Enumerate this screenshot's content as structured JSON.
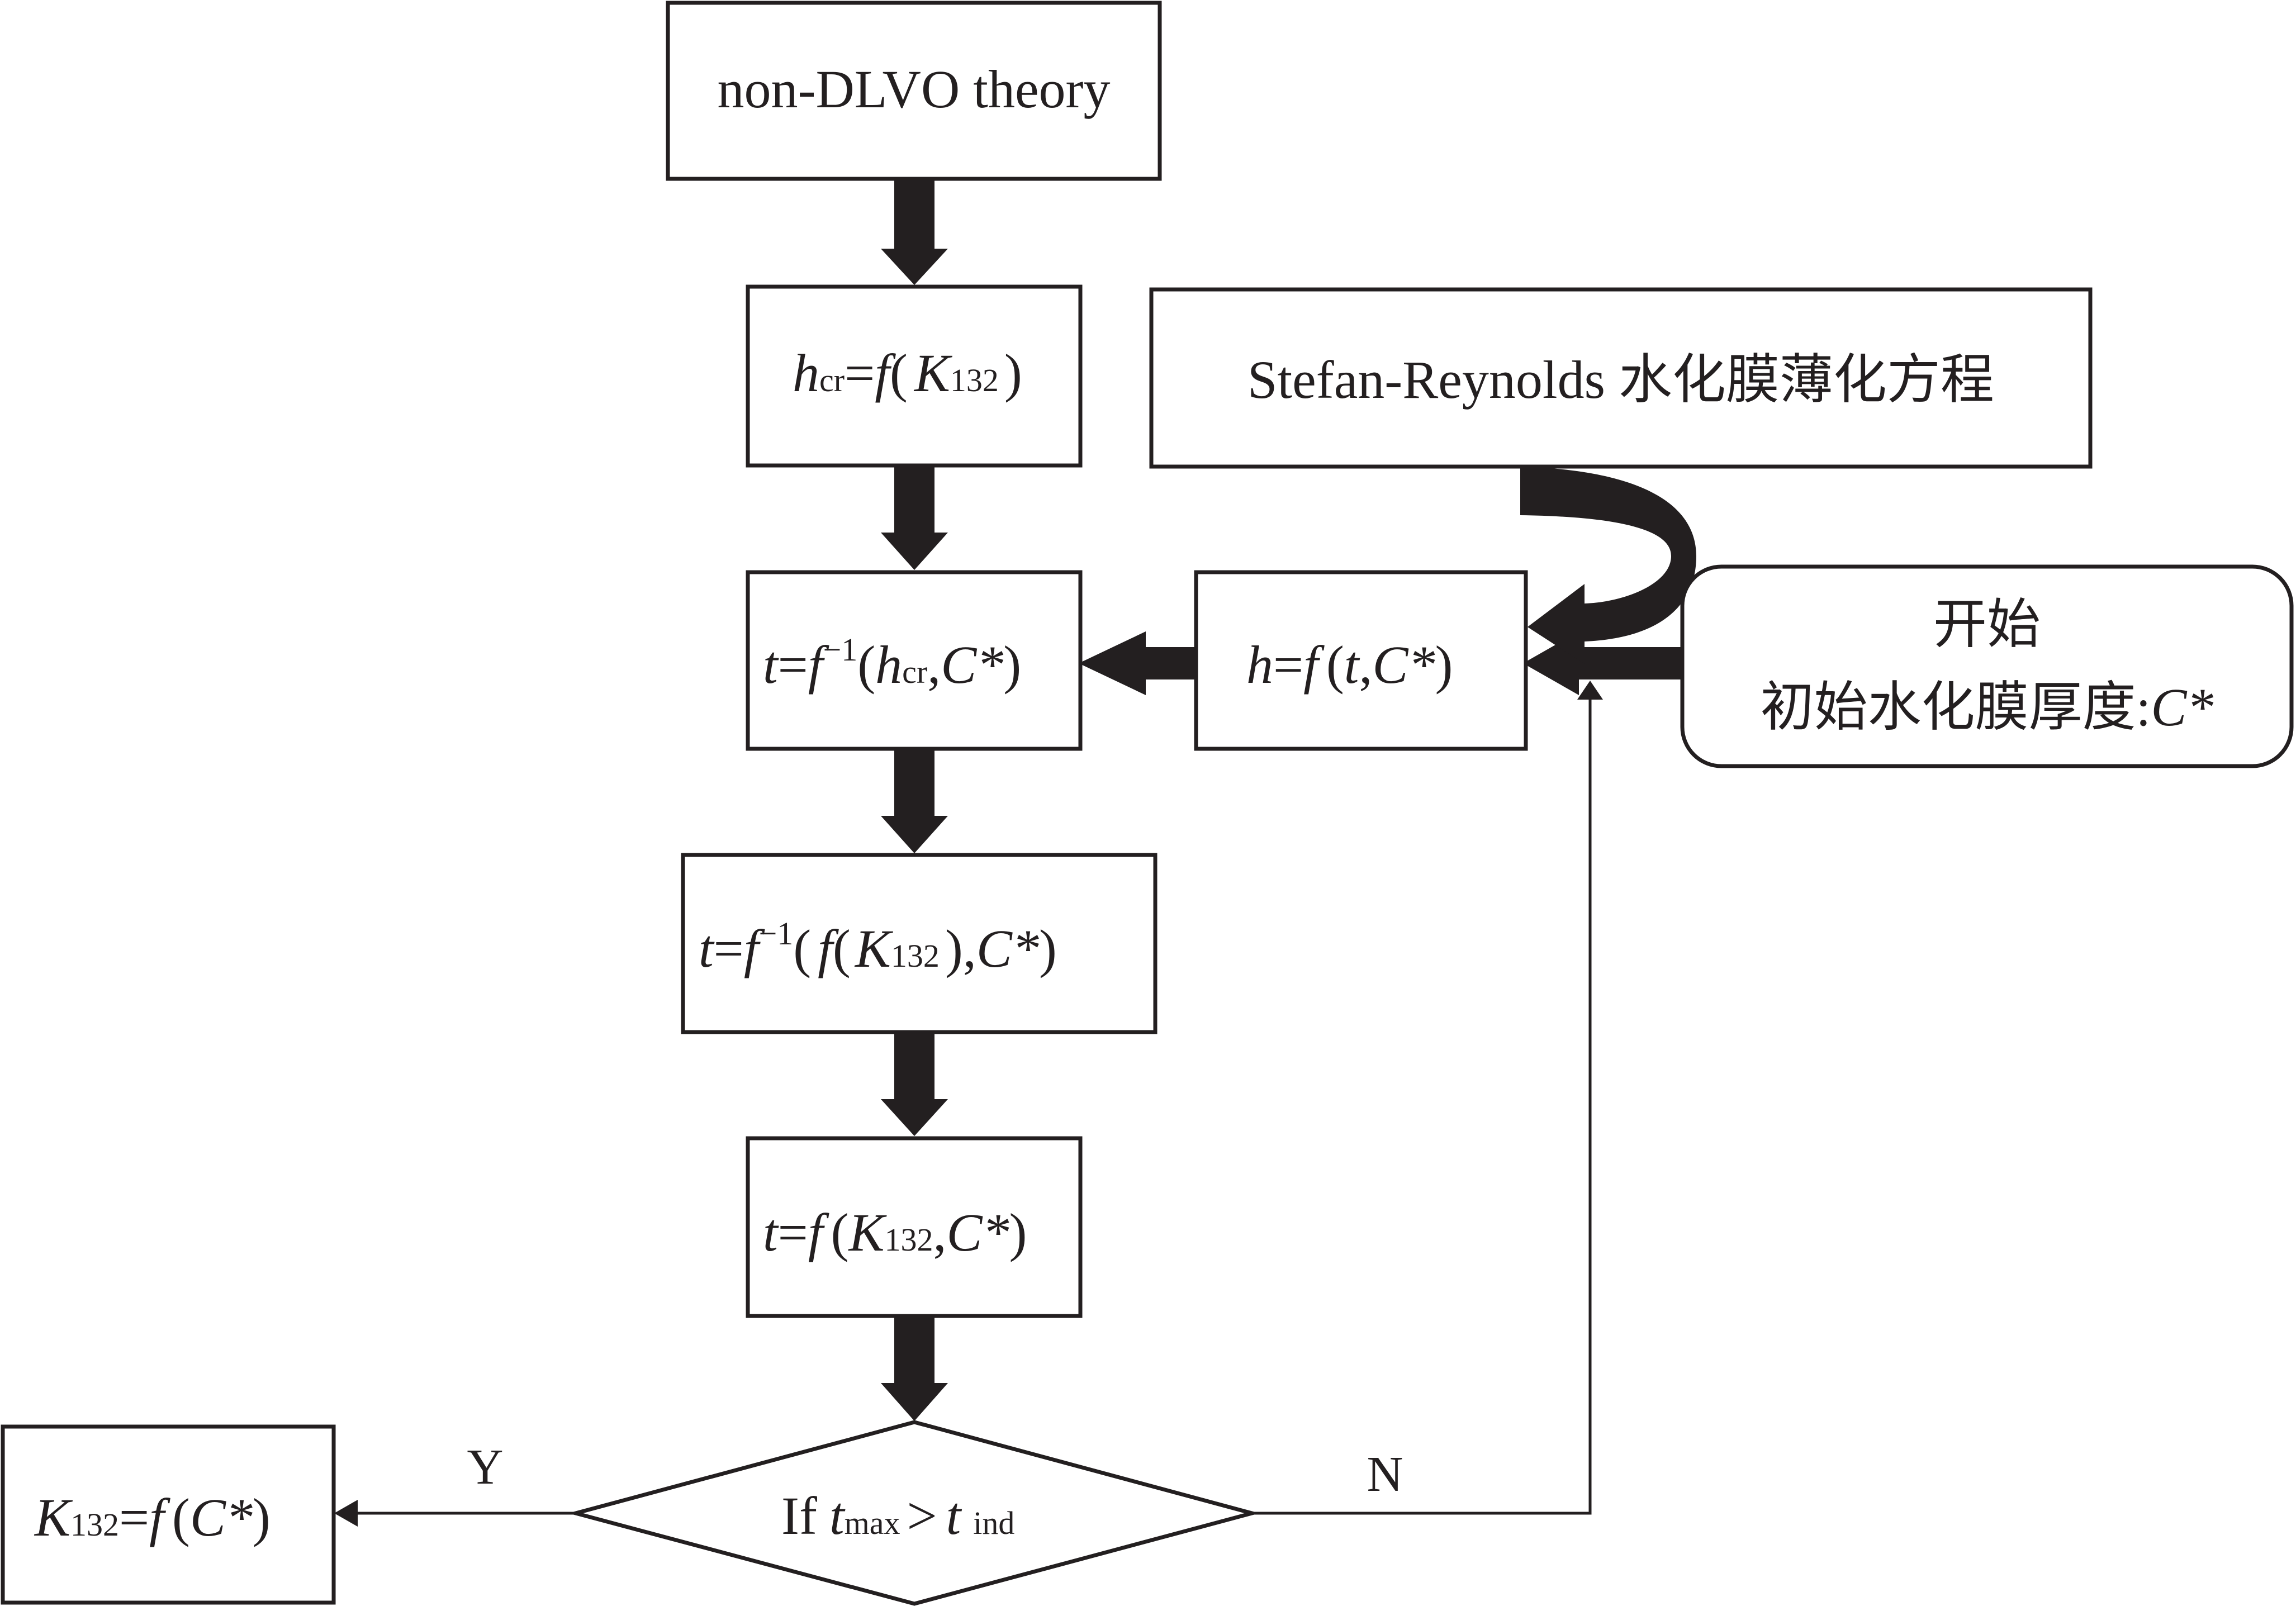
{
  "nodes": {
    "non_dlvo": {
      "text": "non-DLVO theory"
    },
    "hcr": {
      "h": "h",
      "sub": "cr",
      "eq": "=",
      "f": "f",
      "open": "(",
      "K": "K",
      "ksub": "132",
      "close": ")"
    },
    "t_inverse_hcr": {
      "t": "t",
      "eq": "=",
      "f": "f",
      "sup": "−1",
      "open": "(",
      "h": "h",
      "hsub": "cr",
      "comma": ",",
      "C": "C*",
      "close": ")"
    },
    "t_inverse_fk": {
      "t": "t",
      "eq": "=",
      "f": "f",
      "sup": "−1",
      "open": "(",
      "f2": "f",
      "open2": "(",
      "K": "K",
      "ksub": "132",
      "close2": ")",
      "comma": ",",
      "C": "C*",
      "close": ")"
    },
    "t_fkc": {
      "t": "t",
      "eq": "=",
      "f": "f",
      "open": "(",
      "K": "K",
      "ksub": "132",
      "comma": ",",
      "C": "C*",
      "close": ")"
    },
    "decision": {
      "if": "If",
      "t1": "t",
      "sub1": "max",
      "gt": ">",
      "t2": "t",
      "sub2": "ind"
    },
    "result": {
      "K": "K",
      "ksub": "132",
      "eq": "=",
      "f": "f",
      "open": "(",
      "C": "C*",
      "close": ")"
    },
    "stefan_reynolds": {
      "text": "Stefan-Reynolds 水化膜薄化方程"
    },
    "h_ftc": {
      "h": "h",
      "eq": "=",
      "f": "f",
      "open": "(",
      "t": "t",
      "comma": ",",
      "C": "C*",
      "close": ")"
    },
    "start": {
      "line1": "开始",
      "line2_text": "初始水化膜厚度:",
      "line2_var": "C*"
    }
  },
  "branches": {
    "yes": "Y",
    "no": "N"
  },
  "colors": {
    "ink": "#231f20",
    "background": "#ffffff"
  }
}
